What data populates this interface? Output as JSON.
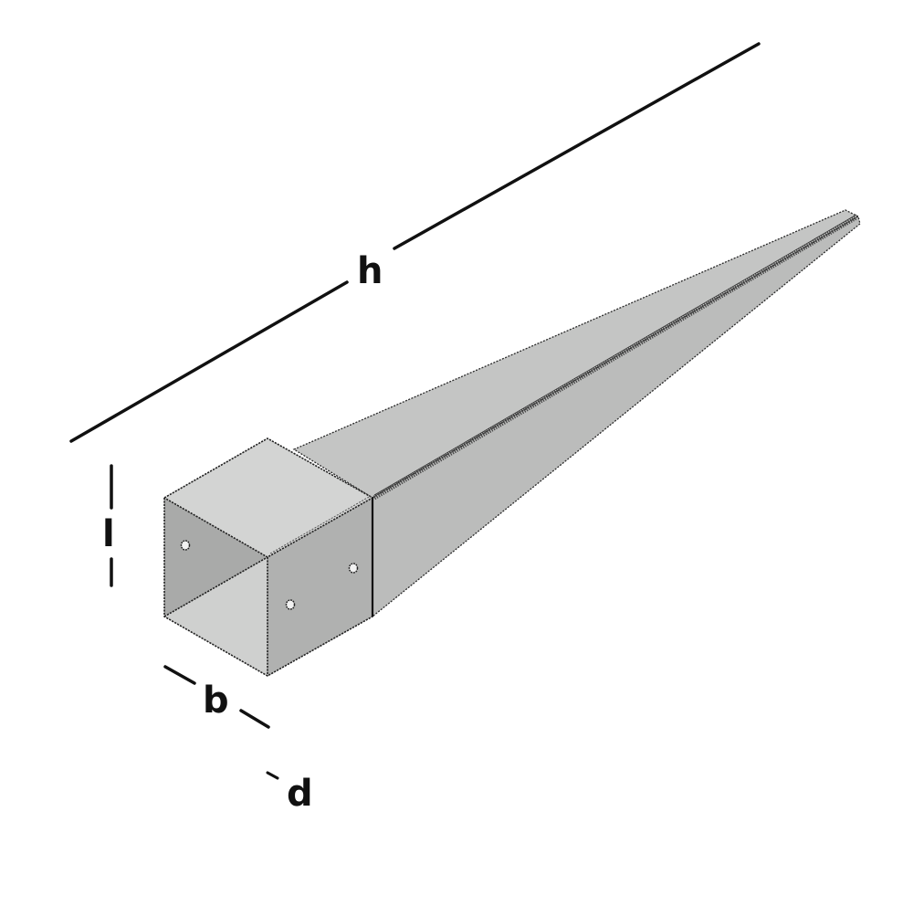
{
  "diagram": {
    "subject": "Ground spike post anchor with square socket",
    "labels": {
      "height": "h",
      "socket_length": "l",
      "socket_width": "b",
      "socket_depth": "d"
    },
    "colors": {
      "background": "#ffffff",
      "top_face": "#d3d4d3",
      "left_face": "#a6a7a6",
      "right_face": "#b2b3b2",
      "inner_bottom": "#d0d1d0",
      "spike_upper": "#c4c5c4",
      "spike_lower": "#b9bab9",
      "edge": "#222222",
      "dimension_line": "#111111"
    }
  }
}
